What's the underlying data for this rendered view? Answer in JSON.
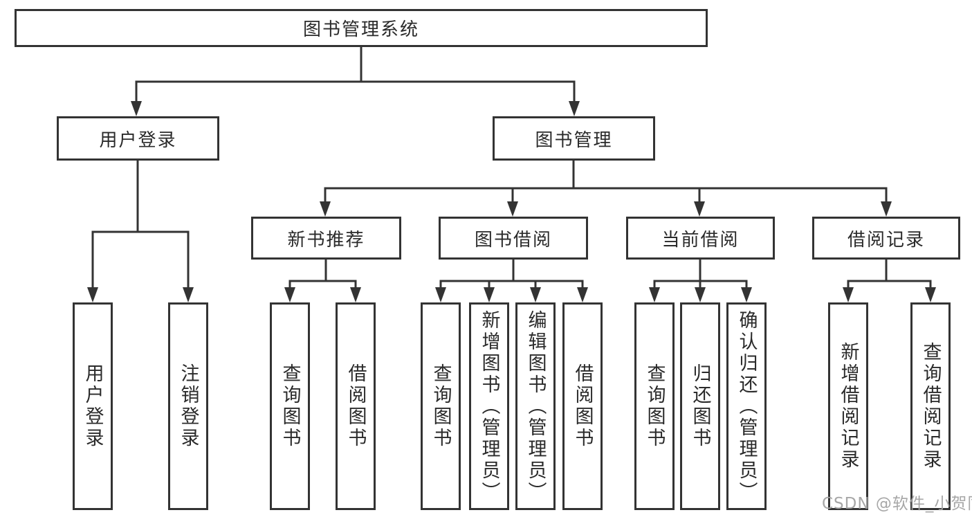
{
  "diagram": {
    "root": {
      "label": "图书管理系统",
      "children": [
        {
          "label": "用户登录",
          "children": [
            {
              "label": "用户登录"
            },
            {
              "label": "注销登录"
            }
          ]
        },
        {
          "label": "图书管理",
          "children": [
            {
              "label": "新书推荐",
              "children": [
                {
                  "label": "查询图书"
                },
                {
                  "label": "借阅图书"
                }
              ]
            },
            {
              "label": "图书借阅",
              "children": [
                {
                  "label": "查询图书"
                },
                {
                  "label": "新增图书（管理员）"
                },
                {
                  "label": "编辑图书（管理员）"
                },
                {
                  "label": "借阅图书"
                }
              ]
            },
            {
              "label": "当前借阅",
              "children": [
                {
                  "label": "查询图书"
                },
                {
                  "label": "归还图书"
                },
                {
                  "label": "确认归还（管理员）"
                }
              ]
            },
            {
              "label": "借阅记录",
              "children": [
                {
                  "label": "新增借阅记录"
                },
                {
                  "label": "查询借阅记录"
                }
              ]
            }
          ]
        }
      ]
    },
    "watermark": "CSDN @软件_小贺同学",
    "colors": {
      "line": "#333333",
      "text": "#2a2a2a",
      "background": "#ffffff",
      "watermark": "#a2a2a2"
    }
  }
}
